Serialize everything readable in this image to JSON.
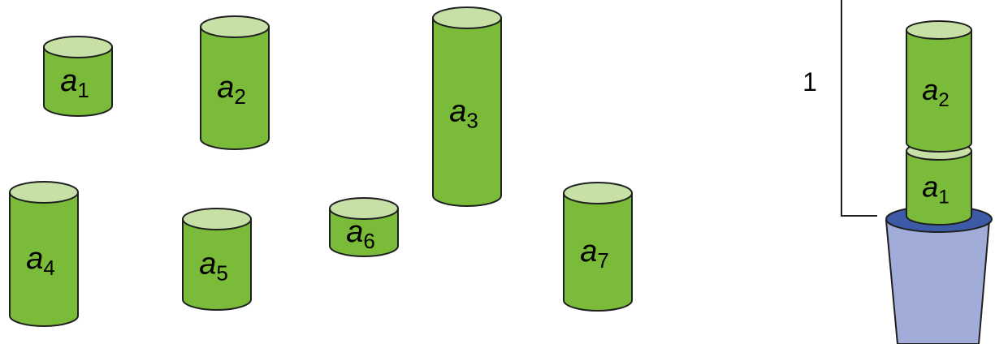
{
  "colors": {
    "cylinder_body": "#7bbb3a",
    "cylinder_top": "#c6e0a6",
    "cylinder_stroke": "#1f1f1f",
    "bucket_body": "#a1acd9",
    "bucket_rim": "#3c5aa6",
    "line": "#1f1f1f"
  },
  "items": [
    {
      "id": "a1",
      "letter": "a",
      "sub": "1"
    },
    {
      "id": "a2",
      "letter": "a",
      "sub": "2"
    },
    {
      "id": "a3",
      "letter": "a",
      "sub": "3"
    },
    {
      "id": "a4",
      "letter": "a",
      "sub": "4"
    },
    {
      "id": "a5",
      "letter": "a",
      "sub": "5"
    },
    {
      "id": "a6",
      "letter": "a",
      "sub": "6"
    },
    {
      "id": "a7",
      "letter": "a",
      "sub": "7"
    }
  ],
  "bin": {
    "capacity_label": "1",
    "stack": [
      {
        "id": "a1",
        "letter": "a",
        "sub": "1"
      },
      {
        "id": "a2",
        "letter": "a",
        "sub": "2"
      }
    ]
  }
}
